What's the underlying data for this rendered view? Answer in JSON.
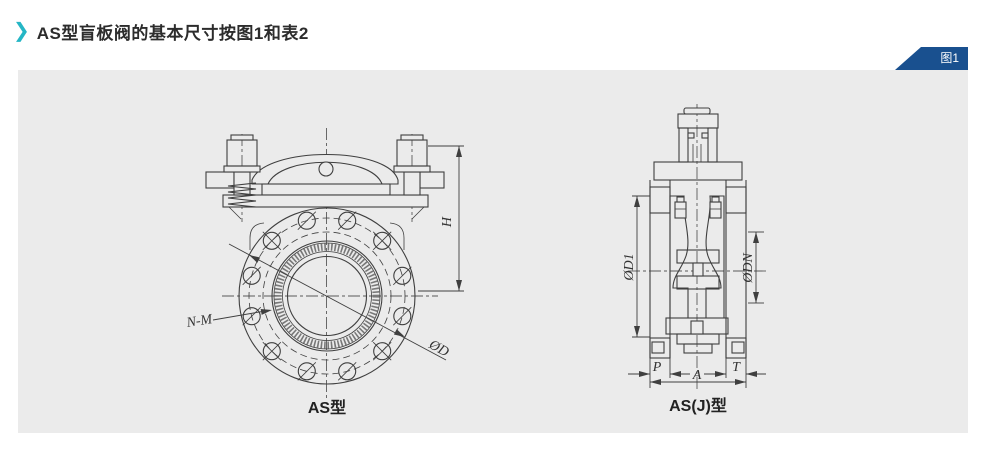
{
  "header": {
    "chevron": "❯",
    "title": "AS型盲板阀的基本尺寸按图1和表2"
  },
  "figure_badge": {
    "label": "图1"
  },
  "colors": {
    "accent_teal": "#25b6c5",
    "badge_blue": "#19508f",
    "panel_bg": "#ebebeb",
    "line": "#3f3f3f"
  },
  "figure": {
    "left_view": {
      "caption": "AS型",
      "dim_height": "H",
      "dim_bolts": "N-M",
      "dim_outer_diameter": "ØD"
    },
    "right_view": {
      "caption": "AS(J)型",
      "dim_d1": "ØD1",
      "dim_dn": "ØDN",
      "dim_p": "P",
      "dim_a": "A",
      "dim_t": "T"
    }
  }
}
